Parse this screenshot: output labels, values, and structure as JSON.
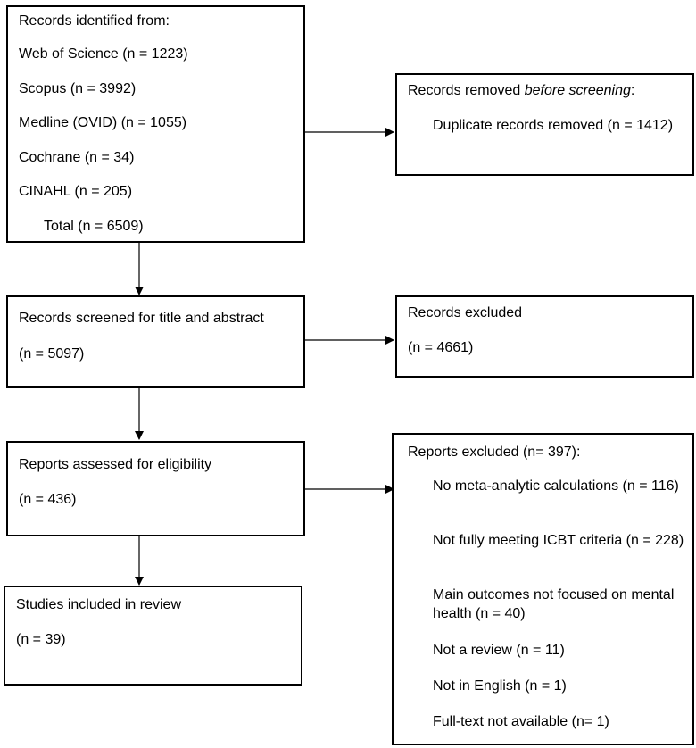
{
  "identification": {
    "title": "Records identified from:",
    "sources": [
      "Web of Science (n = 1223)",
      "Scopus (n = 3992)",
      "Medline (OVID) (n = 1055)",
      "Cochrane (n = 34)",
      "CINAHL (n = 205)"
    ],
    "total": "Total (n = 6509)"
  },
  "removed_before_screening": {
    "title_prefix": "Records removed ",
    "title_italic": "before screening",
    "title_suffix": ":",
    "item": "Duplicate records removed (n = 1412)"
  },
  "screened": {
    "title": "Records screened for title and abstract",
    "count": "(n = 5097)"
  },
  "excluded": {
    "title": "Records excluded",
    "count": "(n = 4661)"
  },
  "assessed": {
    "title": "Reports assessed for eligibility",
    "count": "(n = 436)"
  },
  "reports_excluded": {
    "title": "Reports excluded (n= 397):",
    "reasons": [
      "No meta-analytic calculations (n = 116)",
      "Not fully meeting ICBT criteria (n = 228)",
      "Main outcomes not focused on mental health  (n = 40)",
      "Not a review (n = 11)",
      "Not in English (n = 1)",
      "Full-text not available (n= 1)"
    ]
  },
  "included": {
    "title": "Studies included in review",
    "count": "(n = 39)"
  }
}
